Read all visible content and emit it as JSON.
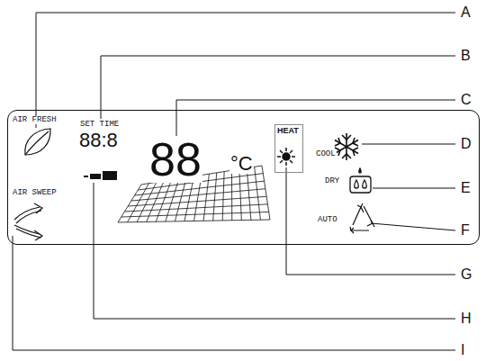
{
  "diagram": {
    "nodes": [
      {
        "text": [
          "AIR FRESH",
          "SET TIME",
          "88:8",
          "88",
          "°C",
          "COOL",
          "DRY",
          "AUTO",
          "AIR SWEEP"
        ]
      },
      {
        "text": [
          "HEAT"
        ],
        "in": 0
      }
    ],
    "labels": [
      "A",
      "B",
      "C",
      "D",
      "E",
      "F",
      "G",
      "H",
      "I"
    ]
  }
}
